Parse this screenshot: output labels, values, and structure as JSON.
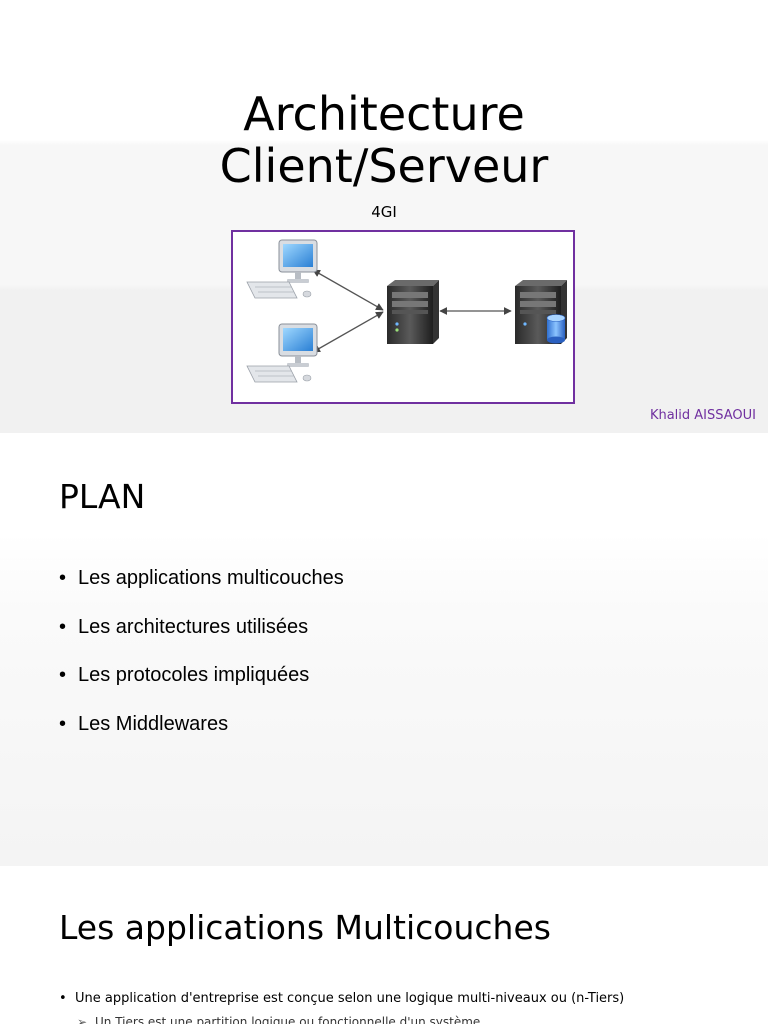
{
  "slide1": {
    "title_line1": "Architecture",
    "title_line2": "Client/Serveur",
    "subtitle": "4GI",
    "author": "Khalid AISSAOUI",
    "icons": [
      "client-computer-icon",
      "client-computer-icon",
      "server-icon",
      "database-server-icon"
    ],
    "frame_color": "#7030a0"
  },
  "slide2": {
    "title": "PLAN",
    "bullet_glyph": "•",
    "items": [
      "Les applications multicouches",
      "Les architectures utilisées",
      "Les protocoles impliquées",
      "Les Middlewares"
    ]
  },
  "slide3": {
    "title": "Les applications Multicouches",
    "bullet_glyph": "•",
    "bullet": "Une application d'entreprise est conçue selon une logique multi-niveaux ou (n-Tiers)",
    "sub_glyph": "➢",
    "sub_bullet": "Un Tiers est une partition logique ou fonctionnelle d'un système"
  }
}
